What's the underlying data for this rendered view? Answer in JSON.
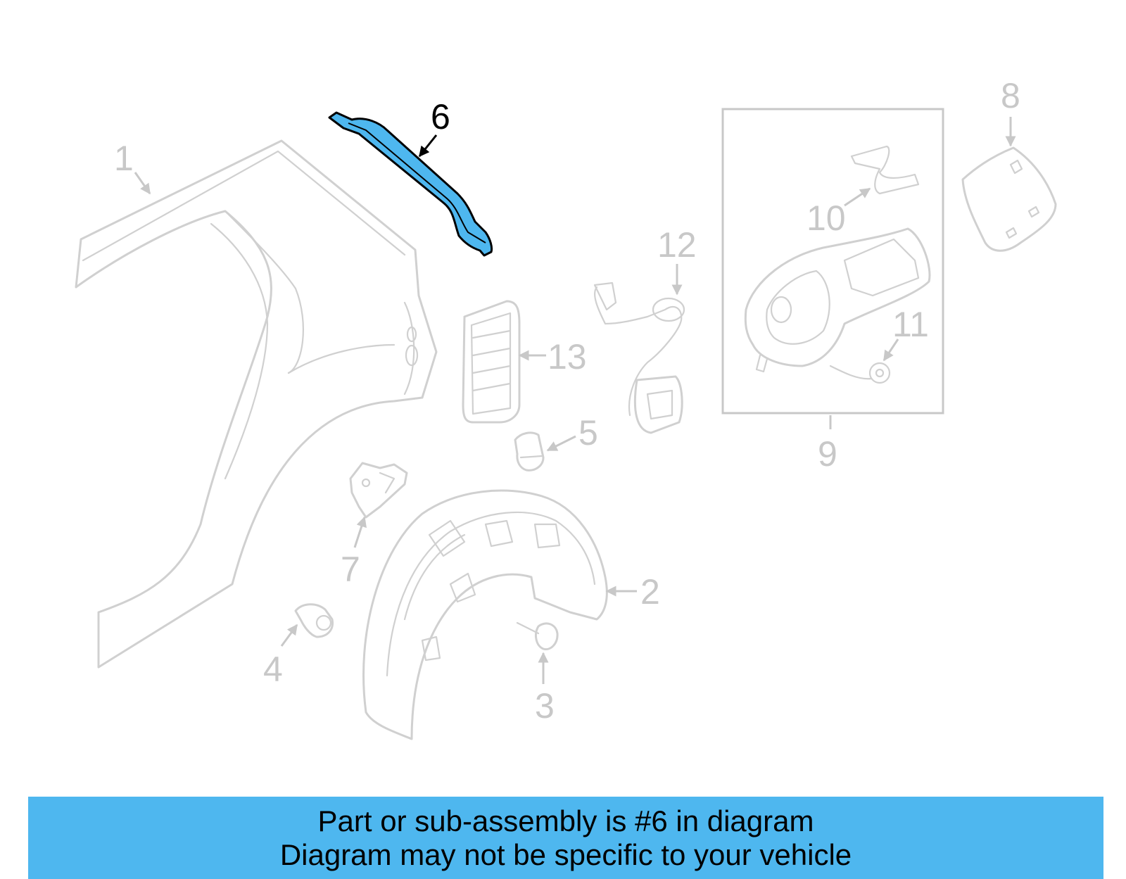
{
  "diagram": {
    "highlighted_callout": "6",
    "highlight_color": "#4eb7ef",
    "callouts": [
      {
        "id": "c1",
        "label": "1"
      },
      {
        "id": "c2",
        "label": "2"
      },
      {
        "id": "c3",
        "label": "3"
      },
      {
        "id": "c4",
        "label": "4"
      },
      {
        "id": "c5",
        "label": "5"
      },
      {
        "id": "c6",
        "label": "6"
      },
      {
        "id": "c7",
        "label": "7"
      },
      {
        "id": "c8",
        "label": "8"
      },
      {
        "id": "c9",
        "label": "9"
      },
      {
        "id": "c10",
        "label": "10"
      },
      {
        "id": "c11",
        "label": "11"
      },
      {
        "id": "c12",
        "label": "12"
      },
      {
        "id": "c13",
        "label": "13"
      }
    ]
  },
  "banner": {
    "background": "#4eb7ef",
    "line1": "Part or sub-assembly is #6 in diagram",
    "line2": "Diagram may not be specific to your vehicle"
  }
}
